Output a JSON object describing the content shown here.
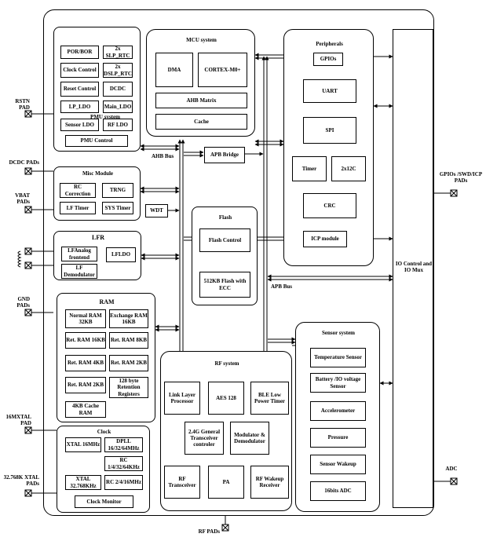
{
  "pmu": {
    "blocks": [
      "POR/BOR",
      "2x SLP_RTC",
      "Clock Control",
      "2x DSLP_RTC",
      "Reset Control",
      "DCDC",
      "LP_LDO",
      "Main_LDO",
      "Sensor LDO",
      "RF LDO"
    ],
    "title": "PMU system",
    "control": "PMU Control"
  },
  "mcu": {
    "title": "MCU system",
    "dma": "DMA",
    "core": "CORTEX-M0+",
    "ahb_matrix": "AHB Matrix",
    "cache": "Cache"
  },
  "peripherals": {
    "title": "Peripherals",
    "gpios": "GPIOs",
    "uart": "UART",
    "spi": "SPI",
    "timer": "Timer",
    "i2c": "2x12C",
    "crc": "CRC",
    "icp": "ICP module"
  },
  "misc": {
    "title": "Misc Module",
    "rc": "RC Correction",
    "trng": "TRNG",
    "lf_timer": "LF Timer",
    "sys_timer": "SYS Timer"
  },
  "wdt": "WDT",
  "ahb_bus": "AHB Bus",
  "apb_bridge": "APB Bridge",
  "apb_bus": "APB Bus",
  "flash": {
    "title": "Flash",
    "control": "Flash Control",
    "memory": "512KB Flash with ECC"
  },
  "lfr": {
    "title": "LFR",
    "analog": "LFAnalog frontend",
    "demod": "LF Demodulator",
    "ldo": "LFLDO"
  },
  "ram": {
    "title": "RAM",
    "blocks": [
      "Normal RAM 32KB",
      "Exchange RAM 16KB",
      "Ret. RAM 16KB",
      "Ret. RAM 8KB",
      "Ret. RAM 4KB",
      "Ret. RAM 2KB",
      "Ret. RAM 2KB",
      "128 byte Retention Registers",
      "4KB Cache RAM"
    ]
  },
  "clock": {
    "title": "Clock",
    "blocks": [
      "XTAL 16MHz",
      "DPLL 16/32/64MHz",
      "RC 1/4/32/64KHz",
      "XTAL 32.768KHz",
      "RC 2/4/16MHz"
    ],
    "monitor": "Clock Monitor"
  },
  "rf": {
    "title": "RF system",
    "blocks": [
      "Link Layer Processor",
      "AES 128",
      "BLE Low Power Timer",
      "2.4G General Transceiver controler",
      "Modulator & Demodulator",
      "RF Transceiver",
      "PA",
      "RF Wakeup Receiver"
    ]
  },
  "sensor": {
    "title": "Sensor system",
    "blocks": [
      "Temperature Sensor",
      "Battery /IO voltage Sensor",
      "Accelerometer",
      "Pressure",
      "Sensor Wakeup",
      "16bits ADC"
    ]
  },
  "io_control": "IO Control and IO Mux",
  "pads": {
    "rstn": "RSTN PAD",
    "dcdc": "DCDC PADs",
    "vbat": "VBAT PADs",
    "gnd": "GND PADs",
    "xtal16": "16MXTAL PAD",
    "xtal32": "32.768K XTAL PADs",
    "gpio": "GPIOs /SWD/ICP PADs",
    "adc": "ADC",
    "rf": "RF PADs"
  }
}
